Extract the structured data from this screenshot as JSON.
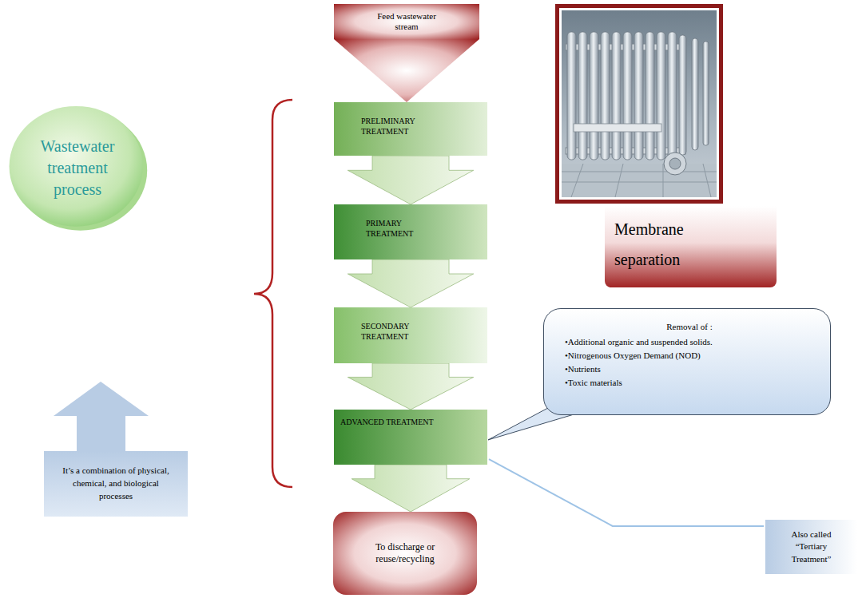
{
  "diagram": {
    "nodes": [
      {
        "text": [
          "Feed wastewater stream"
        ]
      },
      {
        "text": [
          "PRELIMINARY TREATMENT"
        ]
      },
      {
        "text": [
          "PRIMARY TREATMENT"
        ]
      },
      {
        "text": [
          "SECONDARY TREATMENT"
        ]
      },
      {
        "text": [
          "ADVANCED TREATMENT"
        ]
      },
      {
        "text": [
          "To discharge or reuse/recycling"
        ]
      },
      {
        "text": [
          "Wastewater treatment process"
        ]
      },
      {
        "text": [
          "It’s a combination of physical, chemical, and biological processes"
        ]
      },
      {
        "text": [
          "Membrane separation"
        ]
      },
      {
        "text": [
          "Removal of :",
          "•Additional organic and suspended solids.",
          "•Nitrogenous Oxygen Demand (NOD)",
          "•Nutrients",
          "•Toxic materials"
        ]
      },
      {
        "text": [
          "Also called “Tertiary Treatment”"
        ]
      }
    ],
    "edges": [
      {
        "from": 0,
        "to": 1,
        "arrow": "to"
      },
      {
        "from": 1,
        "to": 2,
        "arrow": "to"
      },
      {
        "from": 2,
        "to": 3,
        "arrow": "to"
      },
      {
        "from": 3,
        "to": 4,
        "arrow": "to"
      },
      {
        "from": 4,
        "to": 5,
        "arrow": "to"
      },
      {
        "from": 9,
        "to": 4,
        "arrow": "none"
      },
      {
        "from": 4,
        "to": 10,
        "arrow": "none"
      }
    ]
  }
}
